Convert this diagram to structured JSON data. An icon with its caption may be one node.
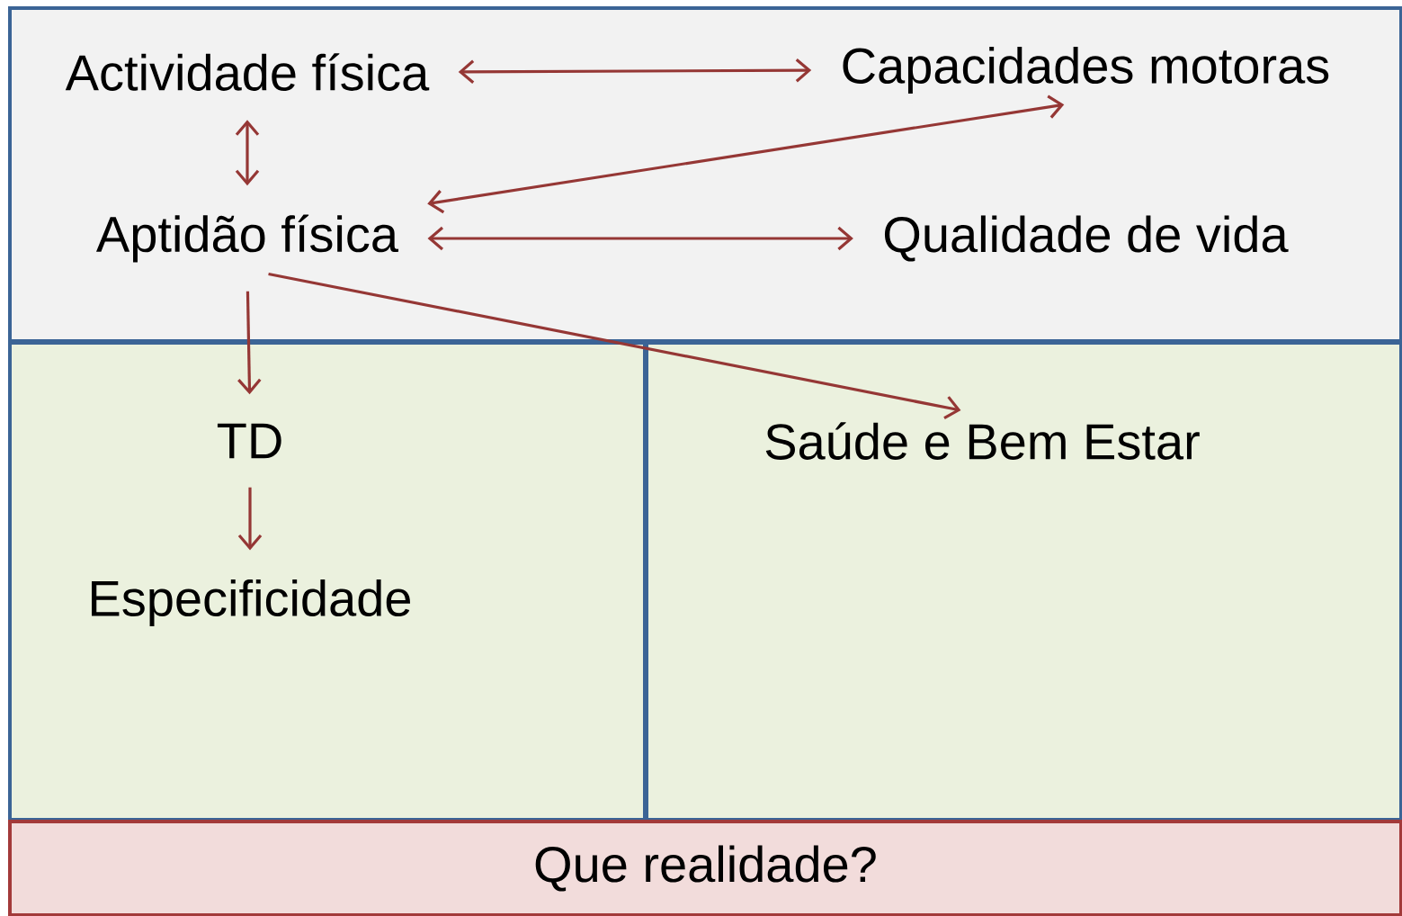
{
  "diagram": {
    "nodes": [
      {
        "text": [],
        "shape": "box"
      },
      {
        "text": [
          "Actividade física"
        ],
        "in": 0
      },
      {
        "text": [
          "Capacidades motoras"
        ],
        "in": 0
      },
      {
        "text": [
          "Aptidão física"
        ],
        "in": 0
      },
      {
        "text": [
          "Qualidade de vida"
        ],
        "in": 0
      },
      {
        "text": [],
        "shape": "box"
      },
      {
        "text": [
          "TD"
        ],
        "in": 5
      },
      {
        "text": [
          "Especificidade"
        ],
        "in": 5
      },
      {
        "text": [],
        "shape": "box"
      },
      {
        "text": [
          "Saúde e Bem Estar"
        ],
        "in": 8
      },
      {
        "text": [
          "Que realidade?"
        ]
      }
    ],
    "edges": [
      {
        "from": 1,
        "to": 2,
        "arrow": "both"
      },
      {
        "from": 1,
        "to": 3,
        "arrow": "both"
      },
      {
        "from": 3,
        "to": 2,
        "arrow": "both"
      },
      {
        "from": 3,
        "to": 4,
        "arrow": "both"
      },
      {
        "from": 3,
        "to": 6,
        "arrow": "to"
      },
      {
        "from": 3,
        "to": 9,
        "arrow": "to"
      },
      {
        "from": 6,
        "to": 7,
        "arrow": "to"
      }
    ]
  }
}
